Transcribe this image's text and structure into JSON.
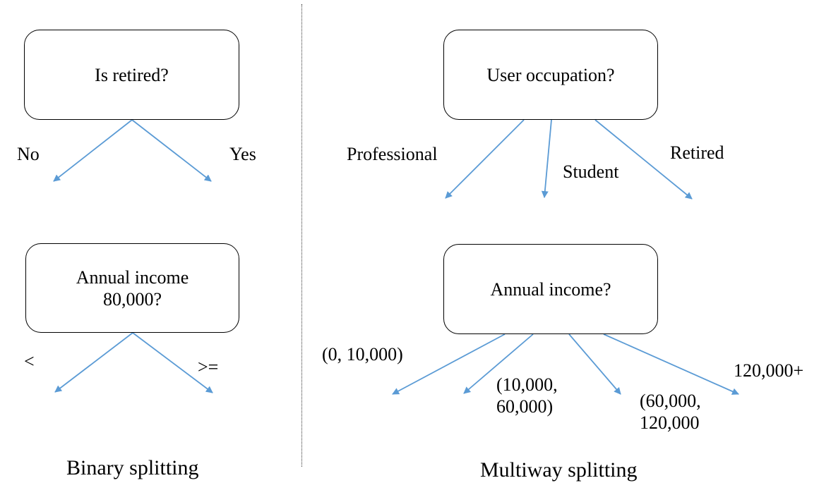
{
  "binary": {
    "node1": "Is retired?",
    "node1_branches": [
      "No",
      "Yes"
    ],
    "node2_line1": "Annual income",
    "node2_line2": "80,000?",
    "node2_branches": [
      "<",
      ">="
    ],
    "caption": "Binary splitting"
  },
  "multiway": {
    "node1": "User occupation?",
    "node1_branches": [
      "Professional",
      "Student",
      "Retired"
    ],
    "node2": "Annual income?",
    "node2_branches": [
      "(0, 10,000)",
      "(10,000, 60,000)",
      "(60,000, 120,000",
      "120,000+"
    ],
    "caption": "Multiway splitting"
  },
  "colors": {
    "arrow": "#5b9bd5",
    "box_border": "#000000",
    "divider": "#333333"
  }
}
